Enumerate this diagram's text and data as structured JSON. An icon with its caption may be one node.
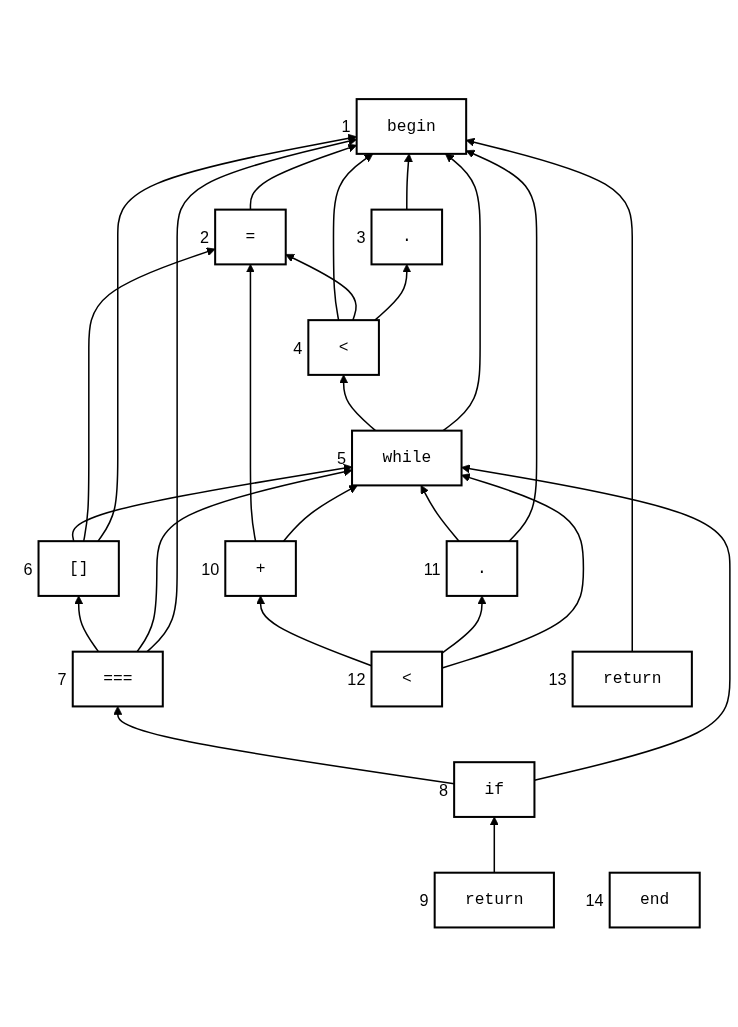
{
  "diagram": {
    "nodes": [
      {
        "text": [
          "begin"
        ],
        "beside": [
          "1"
        ]
      },
      {
        "text": [
          "="
        ],
        "beside": [
          "2"
        ]
      },
      {
        "text": [
          "."
        ],
        "beside": [
          "3"
        ]
      },
      {
        "text": [
          "<"
        ],
        "beside": [
          "4"
        ]
      },
      {
        "text": [
          "while"
        ],
        "beside": [
          "5"
        ]
      },
      {
        "text": [
          "[]"
        ],
        "beside": [
          "6"
        ]
      },
      {
        "text": [
          "==="
        ],
        "beside": [
          "7"
        ]
      },
      {
        "text": [
          "if"
        ],
        "beside": [
          "8"
        ]
      },
      {
        "text": [
          "return"
        ],
        "beside": [
          "9"
        ]
      },
      {
        "text": [
          "+"
        ],
        "beside": [
          "10"
        ]
      },
      {
        "text": [
          "."
        ],
        "beside": [
          "11"
        ]
      },
      {
        "text": [
          "<"
        ],
        "beside": [
          "12"
        ]
      },
      {
        "text": [
          "return"
        ],
        "beside": [
          "13"
        ]
      },
      {
        "text": [
          "end"
        ],
        "beside": [
          "14"
        ]
      }
    ],
    "edges": [
      {
        "from": 1,
        "to": 0,
        "arrow": "to"
      },
      {
        "from": 2,
        "to": 0,
        "arrow": "to"
      },
      {
        "from": 3,
        "to": 0,
        "arrow": "to"
      },
      {
        "from": 3,
        "to": 1,
        "arrow": "to"
      },
      {
        "from": 3,
        "to": 2,
        "arrow": "to"
      },
      {
        "from": 4,
        "to": 3,
        "arrow": "to"
      },
      {
        "from": 4,
        "to": 0,
        "arrow": "to"
      },
      {
        "from": 5,
        "to": 4,
        "arrow": "to"
      },
      {
        "from": 5,
        "to": 1,
        "arrow": "to"
      },
      {
        "from": 5,
        "to": 0,
        "arrow": "to"
      },
      {
        "from": 6,
        "to": 5,
        "arrow": "to"
      },
      {
        "from": 6,
        "to": 4,
        "arrow": "to"
      },
      {
        "from": 6,
        "to": 0,
        "arrow": "to"
      },
      {
        "from": 7,
        "to": 6,
        "arrow": "to"
      },
      {
        "from": 7,
        "to": 4,
        "arrow": "to"
      },
      {
        "from": 8,
        "to": 7,
        "arrow": "to"
      },
      {
        "from": 9,
        "to": 1,
        "arrow": "to"
      },
      {
        "from": 9,
        "to": 4,
        "arrow": "to"
      },
      {
        "from": 11,
        "to": 9,
        "arrow": "to"
      },
      {
        "from": 11,
        "to": 10,
        "arrow": "to"
      },
      {
        "from": 11,
        "to": 4,
        "arrow": "to"
      },
      {
        "from": 10,
        "to": 4,
        "arrow": "to"
      },
      {
        "from": 10,
        "to": 0,
        "arrow": "to"
      },
      {
        "from": 12,
        "to": 0,
        "arrow": "to"
      }
    ]
  }
}
